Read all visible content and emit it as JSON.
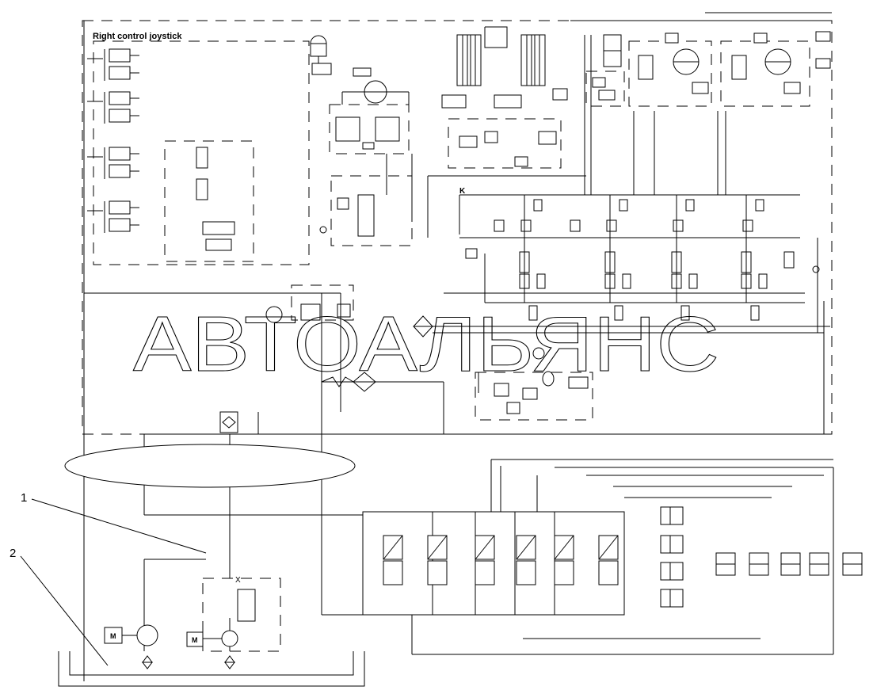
{
  "diagram": {
    "title": "Right control joystick",
    "watermark": "АВТОАЛЬЯНС",
    "callouts": [
      {
        "number": "1"
      },
      {
        "number": "2"
      }
    ],
    "symbols": {
      "motor": "M",
      "port": "K"
    },
    "line_color": "#000000",
    "background_color": "#ffffff"
  }
}
